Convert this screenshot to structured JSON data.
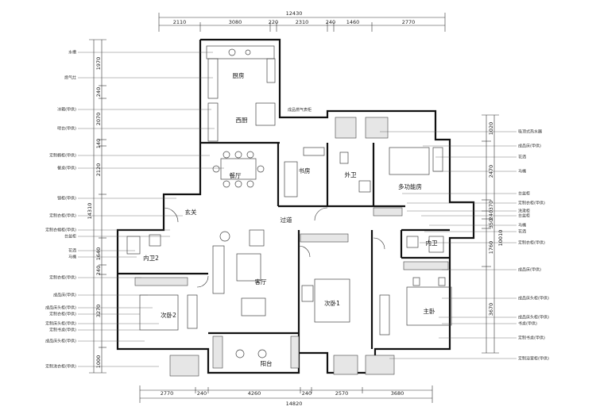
{
  "dimensions": {
    "top_total": "12430",
    "top": [
      "2110",
      "3080",
      "220",
      "2310",
      "240",
      "1460",
      "2770"
    ],
    "bottom_total": "14820",
    "bottom": [
      "2770",
      "240",
      "4260",
      "240",
      "2570",
      "3680"
    ],
    "left_total": "14310",
    "left": [
      "1970",
      "240",
      "2070",
      "140",
      "2120",
      "1640",
      "240",
      "3270",
      "1000"
    ],
    "right_total": "10010",
    "right": [
      "1020",
      "2470",
      "370",
      "240",
      "350",
      "1760",
      "3670"
    ]
  },
  "rooms": {
    "kitchen": "厨房",
    "west_kitchen": "西厨",
    "dining": "餐厅",
    "study": "书房",
    "outer_bath": "外卫",
    "multi_room": "多功能房",
    "foyer": "玄关",
    "corridor": "过道",
    "inner_bath_2": "内卫2",
    "living": "客厅",
    "inner_bath": "内卫",
    "second_bedroom_1": "次卧1",
    "master_bedroom": "主卧",
    "second_bedroom_2": "次卧2",
    "balcony": "阳台"
  },
  "left_labels": [
    "水槽",
    "燃气灶",
    "冰箱(甲供)",
    "吧台(甲供)",
    "定制橱柜(甲供)",
    "餐桌(甲供)",
    "镜柜(甲供)",
    "定制衣柜(甲供)",
    "定制衣帽柜(甲供)",
    "台盆柜",
    "花洒",
    "马桶",
    "定制衣柜(甲供)",
    "成品床(甲供)",
    "成品床头柜(甲供)",
    "定制衣柜(甲供)",
    "定制床头柜(甲供)",
    "定制书桌(甲供)",
    "成品床头柜(甲供)",
    "定制洗衣柜(甲供)"
  ],
  "right_labels": [
    "吸顶式热水器",
    "成品床(甲供)",
    "花洒",
    "马桶",
    "台盆柜",
    "定制衣柜(甲供)",
    "洗漱柜",
    "台盆柜",
    "马桶",
    "花洒",
    "定制衣柜(甲供)",
    "成品床(甲供)",
    "成品床头柜(甲供)",
    "成品床头柜(甲供)",
    "书桌(甲供)",
    "定制书桌(甲供)",
    "定制浴室柜(甲供)"
  ],
  "notes": {
    "gas_meter": "成品燃气表柜"
  }
}
